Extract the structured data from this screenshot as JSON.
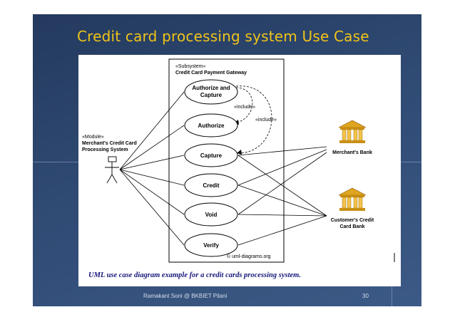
{
  "slide": {
    "title": "Credit card processing system Use Case",
    "caption": "UML use case diagram example for a credit cards processing system.",
    "footer_author": "Ramakant Soni @ BKBIET Pilani",
    "page_number": "30"
  },
  "diagram": {
    "subsystem_stereotype": "«Subsystem»",
    "subsystem_name": "Credit Card Payment Gateway",
    "actor_stereotype": "«Module»",
    "actor_name_line1": "Merchant's Credit Card",
    "actor_name_line2": "Processing System",
    "merchant_bank": "Merchant's Bank",
    "customer_bank_line1": "Customer's Credit",
    "customer_bank_line2": "Card Bank",
    "include_label_1": "«include»",
    "include_label_2": "«include»",
    "watermark": "© uml-diagrams.org",
    "use_cases": [
      {
        "line1": "Authorize and",
        "line2": "Capture"
      },
      {
        "line1": "Authorize",
        "line2": ""
      },
      {
        "line1": "Capture",
        "line2": ""
      },
      {
        "line1": "Credit",
        "line2": ""
      },
      {
        "line1": "Void",
        "line2": ""
      },
      {
        "line1": "Verify",
        "line2": ""
      }
    ]
  },
  "colors": {
    "title": "#f0c419",
    "caption": "#17177a",
    "bank_gold": "#e0a520"
  },
  "icons": {
    "actor": "stick-figure-icon",
    "bank": "bank-building-icon"
  }
}
